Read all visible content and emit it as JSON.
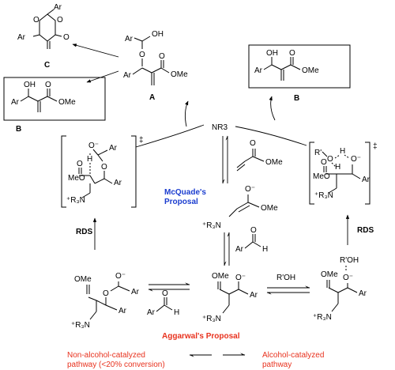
{
  "labels": {
    "c": "C",
    "a": "A",
    "b_top_right": "B",
    "b_left": "B",
    "nr3": "NR3",
    "rds_left": "RDS",
    "rds_right": "RDS",
    "rprime_oh": "R'OH",
    "dagger_left": "‡",
    "dagger_right": "‡"
  },
  "atoms": {
    "ar": "Ar",
    "o": "O",
    "oh": "OH",
    "ome": "OMe",
    "meo": "MeO",
    "h": "H",
    "o_minus": "O⁻",
    "r3n": "⁺R₃N",
    "rprime": "R'",
    "rprime_oh": "R'OH"
  },
  "text": {
    "mcquade_line1": "McQuade's",
    "mcquade_line2": "Proposal",
    "aggarwal": "Aggarwal's Proposal",
    "legend_non_line1": "Non-alcohol-catalyzed",
    "legend_non_line2": "pathway (<20% conversion)",
    "legend_alc_line1": "Alcohol-catalyzed",
    "legend_alc_line2": "pathway"
  },
  "colors": {
    "mcquade": "#1a3ccf",
    "aggarwal": "#e8321e"
  }
}
